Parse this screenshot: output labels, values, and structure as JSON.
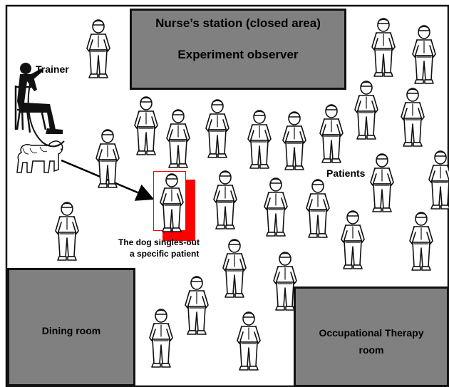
{
  "nurse_station": {
    "title": "Nurse’s station (closed area)",
    "subtitle": "Experiment observer"
  },
  "dining_room": {
    "label": "Dining room"
  },
  "ot_room": {
    "label_line1": "Occupational Therapy",
    "label_line2": "room"
  },
  "trainer_label": "Trainer",
  "patients_label": "Patients",
  "singled_label_line1": "The dog singles-out",
  "singled_label_line2": "a specific patient",
  "colors": {
    "room_fill": "#808080",
    "highlight_red": "#ff0000",
    "arrow": "#000000"
  },
  "icons": [
    "person-icon",
    "trainer-silhouette-icon",
    "dog-icon",
    "arrow-icon",
    "chair-icon"
  ]
}
